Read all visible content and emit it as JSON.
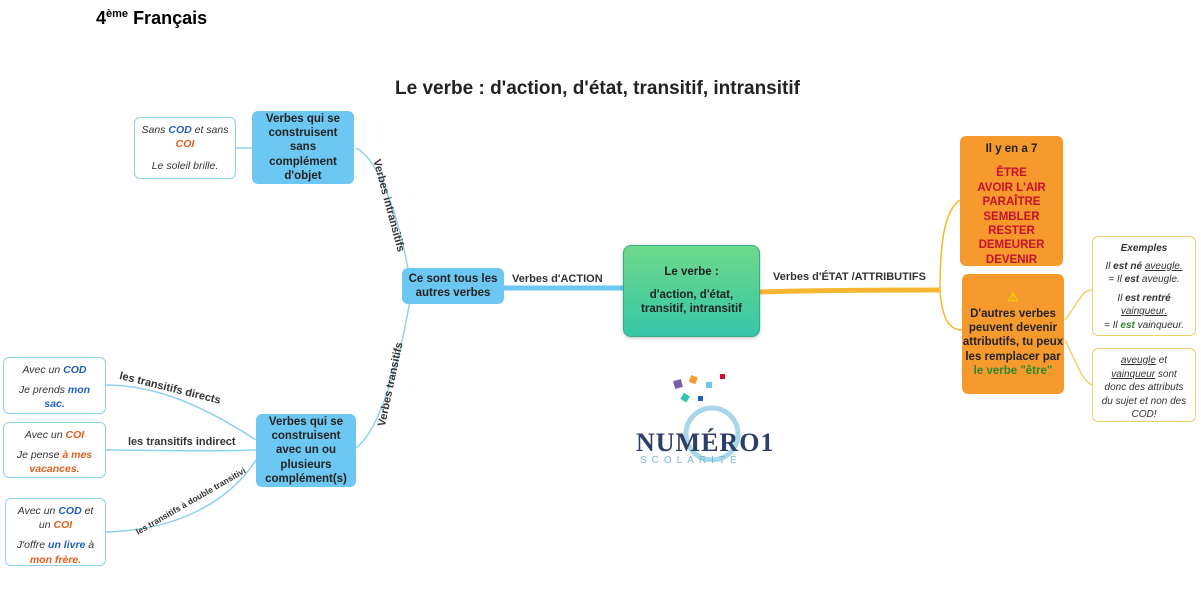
{
  "header": {
    "level": "4",
    "level_sup": "ème",
    "subject": "Français"
  },
  "title": "Le verbe : d'action, d'état, transitif, intransitif",
  "center": {
    "line1": "Le verbe :",
    "line2": "d'action, d'état, transitif, intransitif"
  },
  "edges": {
    "action": "Verbes d'ACTION",
    "etat": "Verbes d'ÉTAT /ATTRIBUTIFS",
    "intransitifs": "Verbes intransitifs",
    "transitifs": "Verbes transitifs",
    "directs": "les transitifs directs",
    "indirect": "les transitifs indirect",
    "double": "les transitifs à double transitivi"
  },
  "action_node": "Ce sont tous les autres verbes",
  "intransitif_node": "Verbes qui se construisent sans complément d'objet",
  "transitif_node": "Verbes qui se construisent avec un ou plusieurs complément(s)",
  "intransitif_leaf": {
    "a": "Sans ",
    "cod": "COD",
    "b": " et sans ",
    "coi": "COI",
    "example": "Le soleil brille."
  },
  "direct_leaf": {
    "a": "Avec un ",
    "cod": "COD",
    "ex_a": "Je prends ",
    "ex_b": "mon sac."
  },
  "indirect_leaf": {
    "a": "Avec un ",
    "coi": "COI",
    "ex_a": "Je pense ",
    "ex_b": "à mes vacances."
  },
  "double_leaf": {
    "a": "Avec un ",
    "cod": "COD",
    "b": " et un ",
    "coi": "COI",
    "ex_a": "J'offre ",
    "ex_b": "un livre",
    "ex_c": " à ",
    "ex_d": "mon frère."
  },
  "etat_node": {
    "heading": "Il y en a 7",
    "verbs": [
      "ÊTRE",
      "AVOIR L'AIR",
      "PARAÎTRE",
      "SEMBLER",
      "RESTER",
      "DEMEURER",
      "DEVENIR"
    ]
  },
  "autres_node": {
    "warning": "⚠",
    "text": "D'autres verbes peuvent devenir attributifs, tu peux les remplacer par",
    "highlight": "le verbe \"être\""
  },
  "examples_leaf": {
    "heading": "Exemples",
    "ex1_a": "Il ",
    "ex1_b": "est né",
    "ex1_c": " ",
    "ex1_d": "aveugle.",
    "ex1_e": "= Il ",
    "ex1_f": "est",
    "ex1_g": " aveugle.",
    "ex2_a": "Il ",
    "ex2_b": "est rentré",
    "ex2_c": " ",
    "ex2_d": "vainqueur.",
    "ex2_e": "= Il ",
    "ex2_f": "est",
    "ex2_g": " vainqueur."
  },
  "attributs_leaf": {
    "a": "aveugle",
    "b": " et ",
    "c": "vainqueur",
    "d": " sont donc des attributs du sujet et non des COD!"
  },
  "logo": {
    "name": "NUMÉRO1",
    "sub": "SCOLARITÉ"
  },
  "colors": {
    "blue": "#6cc8f2",
    "orange": "#f79a2e",
    "green": "#35c6a8",
    "cod": "#1f5fbf",
    "coi": "#e05e1f"
  }
}
